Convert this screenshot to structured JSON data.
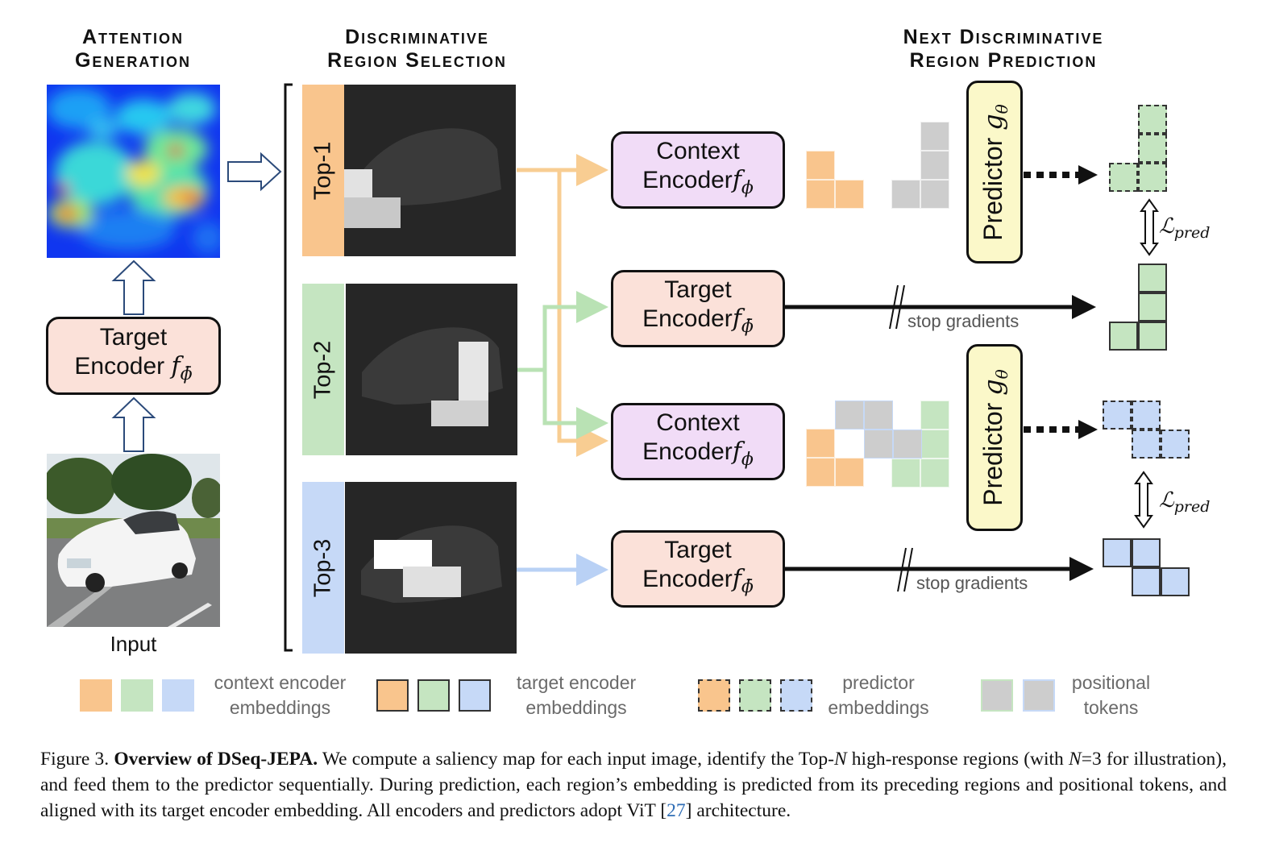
{
  "sections": {
    "attention": [
      "Attention",
      "Generation"
    ],
    "selection": [
      "Discriminative",
      "Region Selection"
    ],
    "prediction": [
      "Next Discriminative",
      "Region Prediction"
    ]
  },
  "left_column": {
    "target_encoder": {
      "line1": "Target",
      "line2": "Encoder",
      "math": "f̅ϕ"
    },
    "input_label": "Input"
  },
  "regions": [
    {
      "label": "Top-1",
      "color": "#f9c58d"
    },
    {
      "label": "Top-2",
      "color": "#c5e5c1"
    },
    {
      "label": "Top-3",
      "color": "#c6d9f7"
    }
  ],
  "encoders": [
    {
      "type": "context",
      "line1": "Context",
      "line2": "Encoder",
      "math": "fϕ"
    },
    {
      "type": "target",
      "line1": "Target",
      "line2": "Encoder",
      "math": "fϕ̄"
    },
    {
      "type": "context",
      "line1": "Context",
      "line2": "Encoder",
      "math": "fϕ"
    },
    {
      "type": "target",
      "line1": "Target",
      "line2": "Encoder",
      "math": "fϕ̄"
    }
  ],
  "predictors": [
    {
      "label": "Predictor gθ"
    },
    {
      "label": "Predictor gθ"
    }
  ],
  "stop_gradients": [
    "stop gradients",
    "stop gradients"
  ],
  "loss": {
    "symbol": "ℒ",
    "subscript": "pred"
  },
  "legend": [
    {
      "label_line1": "context encoder",
      "label_line2": "embeddings",
      "style": "solid-no-border"
    },
    {
      "label_line1": "target encoder",
      "label_line2": "embeddings",
      "style": "solid-border"
    },
    {
      "label_line1": "predictor",
      "label_line2": "embeddings",
      "style": "dashed-border"
    },
    {
      "label_line1": "positional",
      "label_line2": "tokens",
      "style": "gray"
    }
  ],
  "colors": {
    "orange": "#f9c58d",
    "green": "#c5e5c1",
    "blue": "#c6d9f7",
    "gray": "#cdcdcd",
    "context_box": "#f1dcf7",
    "target_box": "#fbe1d9",
    "predictor_box": "#fbf8c9",
    "arrow_orange": "#f8cd92",
    "arrow_green": "#b9e2b4",
    "arrow_blue": "#b9d1f5"
  },
  "caption": {
    "prefix": "Figure 3.",
    "bold": "Overview of DSeq-JEPA.",
    "part1": " We compute a saliency map for each input image, identify the Top-",
    "N1": "N",
    "part2": " high-response regions (with ",
    "N2": "N",
    "part3": "=3 for illustration), and feed them to the predictor sequentially.  During prediction, each region’s embedding is predicted from its preceding regions and positional tokens, and aligned with its target encoder embedding. All encoders and predictors adopt ViT [",
    "cite": "27",
    "part4": "] architecture."
  }
}
